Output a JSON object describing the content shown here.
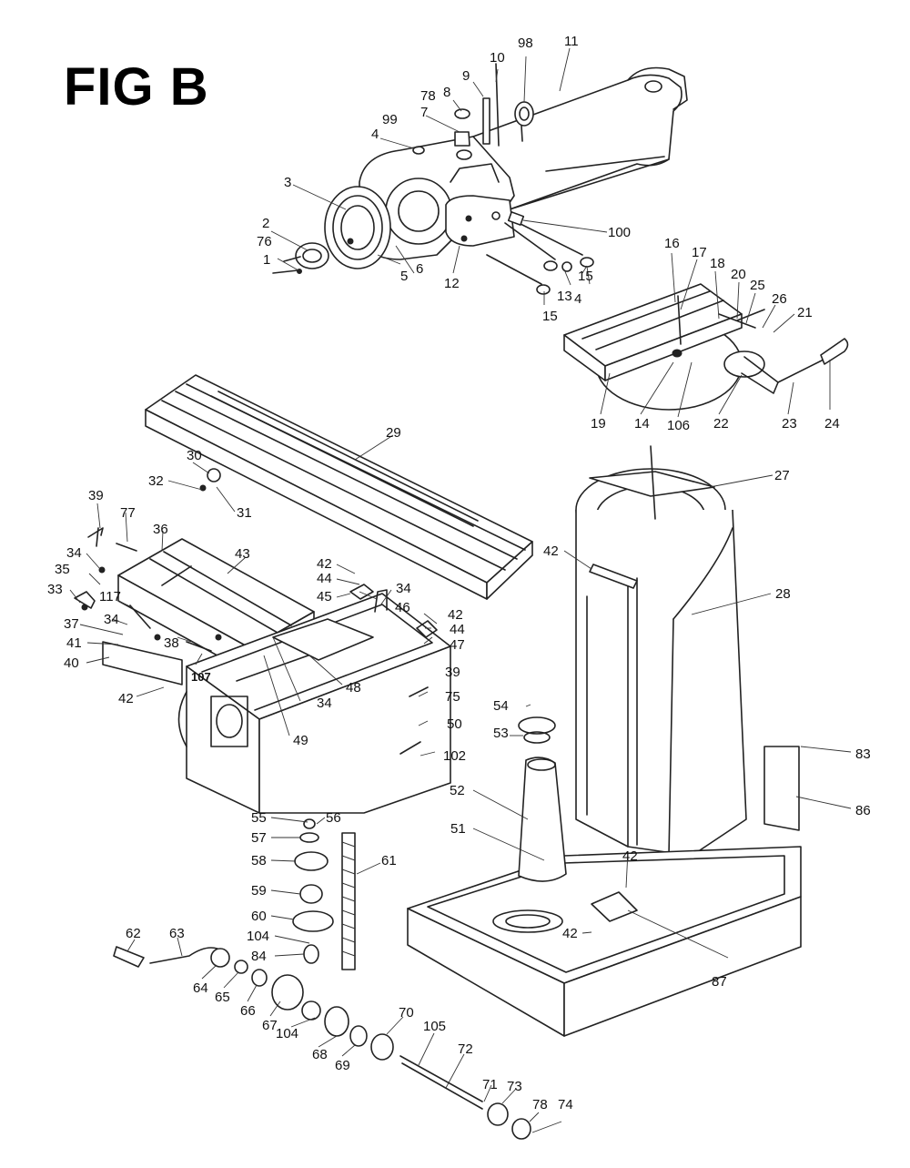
{
  "title": "FIG B",
  "callouts": [
    {
      "id": "c1",
      "label": "1"
    },
    {
      "id": "c2",
      "label": "2"
    },
    {
      "id": "c3",
      "label": "3"
    },
    {
      "id": "c4a",
      "label": "4"
    },
    {
      "id": "c4b",
      "label": "4"
    },
    {
      "id": "c5",
      "label": "5"
    },
    {
      "id": "c6",
      "label": "6"
    },
    {
      "id": "c7",
      "label": "7"
    },
    {
      "id": "c8",
      "label": "8"
    },
    {
      "id": "c9",
      "label": "9"
    },
    {
      "id": "c10",
      "label": "10"
    },
    {
      "id": "c11",
      "label": "11"
    },
    {
      "id": "c12",
      "label": "12"
    },
    {
      "id": "c13",
      "label": "13"
    },
    {
      "id": "c14",
      "label": "14"
    },
    {
      "id": "c15a",
      "label": "15"
    },
    {
      "id": "c15b",
      "label": "15"
    },
    {
      "id": "c16",
      "label": "16"
    },
    {
      "id": "c17",
      "label": "17"
    },
    {
      "id": "c18",
      "label": "18"
    },
    {
      "id": "c19",
      "label": "19"
    },
    {
      "id": "c20",
      "label": "20"
    },
    {
      "id": "c21",
      "label": "21"
    },
    {
      "id": "c22",
      "label": "22"
    },
    {
      "id": "c23",
      "label": "23"
    },
    {
      "id": "c24",
      "label": "24"
    },
    {
      "id": "c25",
      "label": "25"
    },
    {
      "id": "c26",
      "label": "26"
    },
    {
      "id": "c27",
      "label": "27"
    },
    {
      "id": "c28",
      "label": "28"
    },
    {
      "id": "c29",
      "label": "29"
    },
    {
      "id": "c30",
      "label": "30"
    },
    {
      "id": "c31",
      "label": "31"
    },
    {
      "id": "c32",
      "label": "32"
    },
    {
      "id": "c33",
      "label": "33"
    },
    {
      "id": "c34a",
      "label": "34"
    },
    {
      "id": "c34b",
      "label": "34"
    },
    {
      "id": "c34c",
      "label": "34"
    },
    {
      "id": "c34d",
      "label": "34"
    },
    {
      "id": "c35",
      "label": "35"
    },
    {
      "id": "c36",
      "label": "36"
    },
    {
      "id": "c37",
      "label": "37"
    },
    {
      "id": "c38",
      "label": "38"
    },
    {
      "id": "c39a",
      "label": "39"
    },
    {
      "id": "c39b",
      "label": "39"
    },
    {
      "id": "c40",
      "label": "40"
    },
    {
      "id": "c41",
      "label": "41"
    },
    {
      "id": "c42a",
      "label": "42"
    },
    {
      "id": "c42b",
      "label": "42"
    },
    {
      "id": "c42c",
      "label": "42"
    },
    {
      "id": "c42d",
      "label": "42"
    },
    {
      "id": "c42e",
      "label": "42"
    },
    {
      "id": "c42f",
      "label": "42"
    },
    {
      "id": "c43",
      "label": "43"
    },
    {
      "id": "c44a",
      "label": "44"
    },
    {
      "id": "c44b",
      "label": "44"
    },
    {
      "id": "c45",
      "label": "45"
    },
    {
      "id": "c46",
      "label": "46"
    },
    {
      "id": "c47",
      "label": "47"
    },
    {
      "id": "c48",
      "label": "48"
    },
    {
      "id": "c49",
      "label": "49"
    },
    {
      "id": "c50",
      "label": "50"
    },
    {
      "id": "c51",
      "label": "51"
    },
    {
      "id": "c52",
      "label": "52"
    },
    {
      "id": "c53",
      "label": "53"
    },
    {
      "id": "c54",
      "label": "54"
    },
    {
      "id": "c55",
      "label": "55"
    },
    {
      "id": "c56",
      "label": "56"
    },
    {
      "id": "c57",
      "label": "57"
    },
    {
      "id": "c58",
      "label": "58"
    },
    {
      "id": "c59",
      "label": "59"
    },
    {
      "id": "c60",
      "label": "60"
    },
    {
      "id": "c61",
      "label": "61"
    },
    {
      "id": "c62",
      "label": "62"
    },
    {
      "id": "c63",
      "label": "63"
    },
    {
      "id": "c64",
      "label": "64"
    },
    {
      "id": "c65",
      "label": "65"
    },
    {
      "id": "c66",
      "label": "66"
    },
    {
      "id": "c67",
      "label": "67"
    },
    {
      "id": "c68",
      "label": "68"
    },
    {
      "id": "c69",
      "label": "69"
    },
    {
      "id": "c70",
      "label": "70"
    },
    {
      "id": "c71",
      "label": "71"
    },
    {
      "id": "c72",
      "label": "72"
    },
    {
      "id": "c73",
      "label": "73"
    },
    {
      "id": "c74",
      "label": "74"
    },
    {
      "id": "c75",
      "label": "75"
    },
    {
      "id": "c76",
      "label": "76"
    },
    {
      "id": "c77",
      "label": "77"
    },
    {
      "id": "c78a",
      "label": "78"
    },
    {
      "id": "c78b",
      "label": "78"
    },
    {
      "id": "c83",
      "label": "83"
    },
    {
      "id": "c84",
      "label": "84"
    },
    {
      "id": "c86",
      "label": "86"
    },
    {
      "id": "c87",
      "label": "87"
    },
    {
      "id": "c98",
      "label": "98"
    },
    {
      "id": "c99",
      "label": "99"
    },
    {
      "id": "c100",
      "label": "100"
    },
    {
      "id": "c102",
      "label": "102"
    },
    {
      "id": "c104a",
      "label": "104"
    },
    {
      "id": "c104b",
      "label": "104"
    },
    {
      "id": "c105",
      "label": "105"
    },
    {
      "id": "c106",
      "label": "106"
    },
    {
      "id": "c107",
      "label": "107"
    },
    {
      "id": "c117",
      "label": "117"
    }
  ]
}
